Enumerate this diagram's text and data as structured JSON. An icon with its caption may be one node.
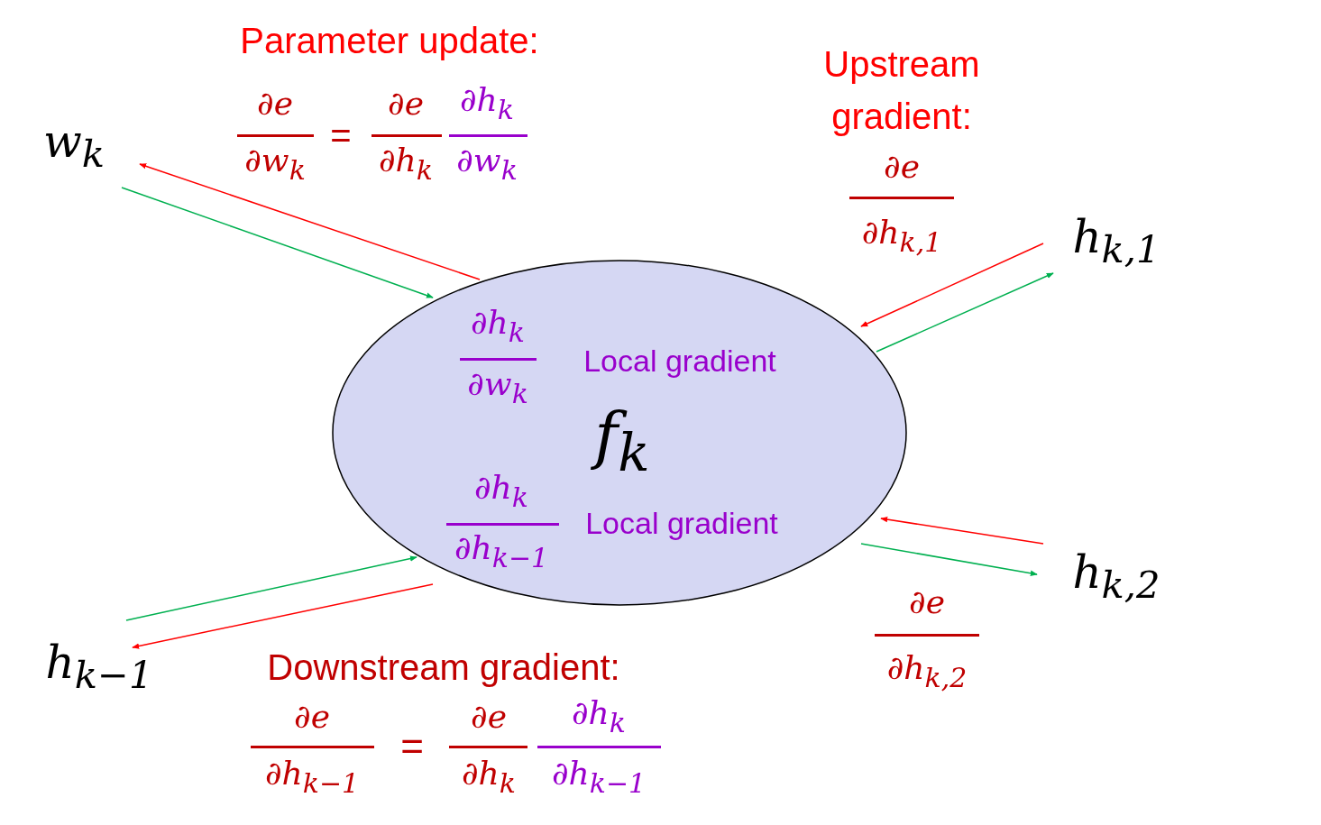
{
  "diagram": {
    "nodes": [
      {
        "text": [
          "w$_{k}$"
        ]
      },
      {
        "text": [
          "h$_{k,1}$"
        ]
      },
      {
        "text": [
          "∂h$_{k}$",
          "∂w$_{k}$",
          "Local gradient",
          "f$_{k}$",
          "∂h$_{k}$",
          "∂h$_{k−1}$",
          "Local gradient"
        ]
      },
      {
        "text": [
          "h$_{k,2}$"
        ]
      },
      {
        "text": [
          "h$_{k−1}$"
        ]
      }
    ],
    "edges": [
      {
        "from": 0,
        "to": 2,
        "arrow": "to",
        "color": "#00b050"
      },
      {
        "from": 2,
        "to": 0,
        "arrow": "to",
        "color": "#ff0000"
      },
      {
        "from": 1,
        "to": 2,
        "arrow": "to",
        "color": "#ff0000"
      },
      {
        "from": 2,
        "to": 1,
        "arrow": "to",
        "color": "#00b050"
      },
      {
        "from": 3,
        "to": 2,
        "arrow": "to",
        "color": "#ff0000"
      },
      {
        "from": 2,
        "to": 3,
        "arrow": "to",
        "color": "#00b050"
      },
      {
        "from": 4,
        "to": 2,
        "arrow": "to",
        "color": "#00b050"
      },
      {
        "from": 2,
        "to": 4,
        "arrow": "to",
        "color": "#ff0000"
      }
    ],
    "labels": [
      "Parameter update:",
      "∂e",
      "∂w$_{k}$",
      "=",
      "∂e",
      "∂h$_{k}$",
      "∂h$_{k}$",
      "∂w$_{k}$",
      "Upstream gradient:",
      "∂e",
      "∂h$_{k,1}$",
      "∂e",
      "∂h$_{k,2}$",
      "Downstream gradient:",
      "∂e",
      "∂h$_{k−1}$",
      "=",
      "∂e",
      "∂h$_{k}$",
      "∂h$_{k}$",
      "∂h$_{k−1}$"
    ]
  }
}
